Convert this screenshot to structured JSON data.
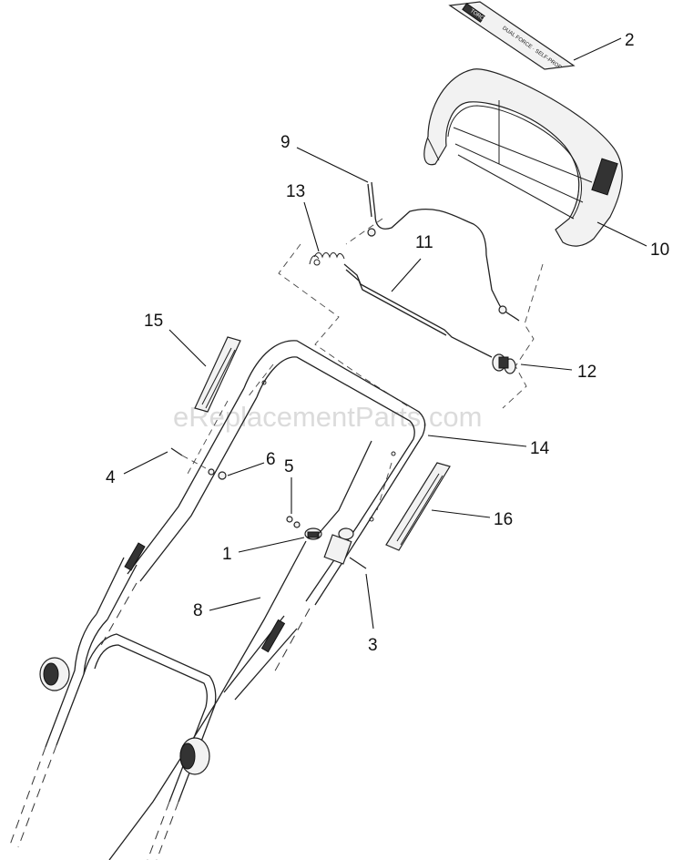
{
  "watermark": "eReplacementParts.com",
  "decal_text": "TORO",
  "decal_subtext": "DUAL FORCE · SELF-PROP",
  "callouts": [
    {
      "id": "c1",
      "label": "1"
    },
    {
      "id": "c2",
      "label": "2"
    },
    {
      "id": "c3",
      "label": "3"
    },
    {
      "id": "c4",
      "label": "4"
    },
    {
      "id": "c5",
      "label": "5"
    },
    {
      "id": "c6",
      "label": "6"
    },
    {
      "id": "c8",
      "label": "8"
    },
    {
      "id": "c9",
      "label": "9"
    },
    {
      "id": "c10",
      "label": "10"
    },
    {
      "id": "c11",
      "label": "11"
    },
    {
      "id": "c12",
      "label": "12"
    },
    {
      "id": "c13",
      "label": "13"
    },
    {
      "id": "c14",
      "label": "14"
    },
    {
      "id": "c15",
      "label": "15"
    },
    {
      "id": "c16",
      "label": "16"
    }
  ]
}
